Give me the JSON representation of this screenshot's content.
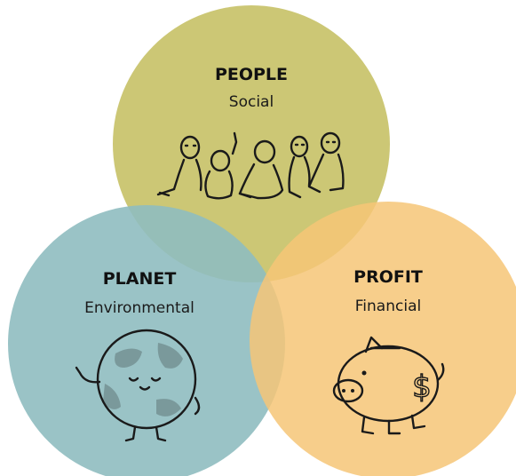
{
  "people": {
    "title": "PEOPLE",
    "subtitle": "Social",
    "color": "#c9c46e",
    "illustration": "people-group-icon"
  },
  "planet": {
    "title": "PLANET",
    "subtitle": "Environmental",
    "color": "#8fbcc0",
    "illustration": "smiling-earth-icon"
  },
  "profit": {
    "title": "PROFIT",
    "subtitle": "Financial",
    "color": "#f6c677",
    "illustration": "piggy-bank-dollar-icon"
  }
}
